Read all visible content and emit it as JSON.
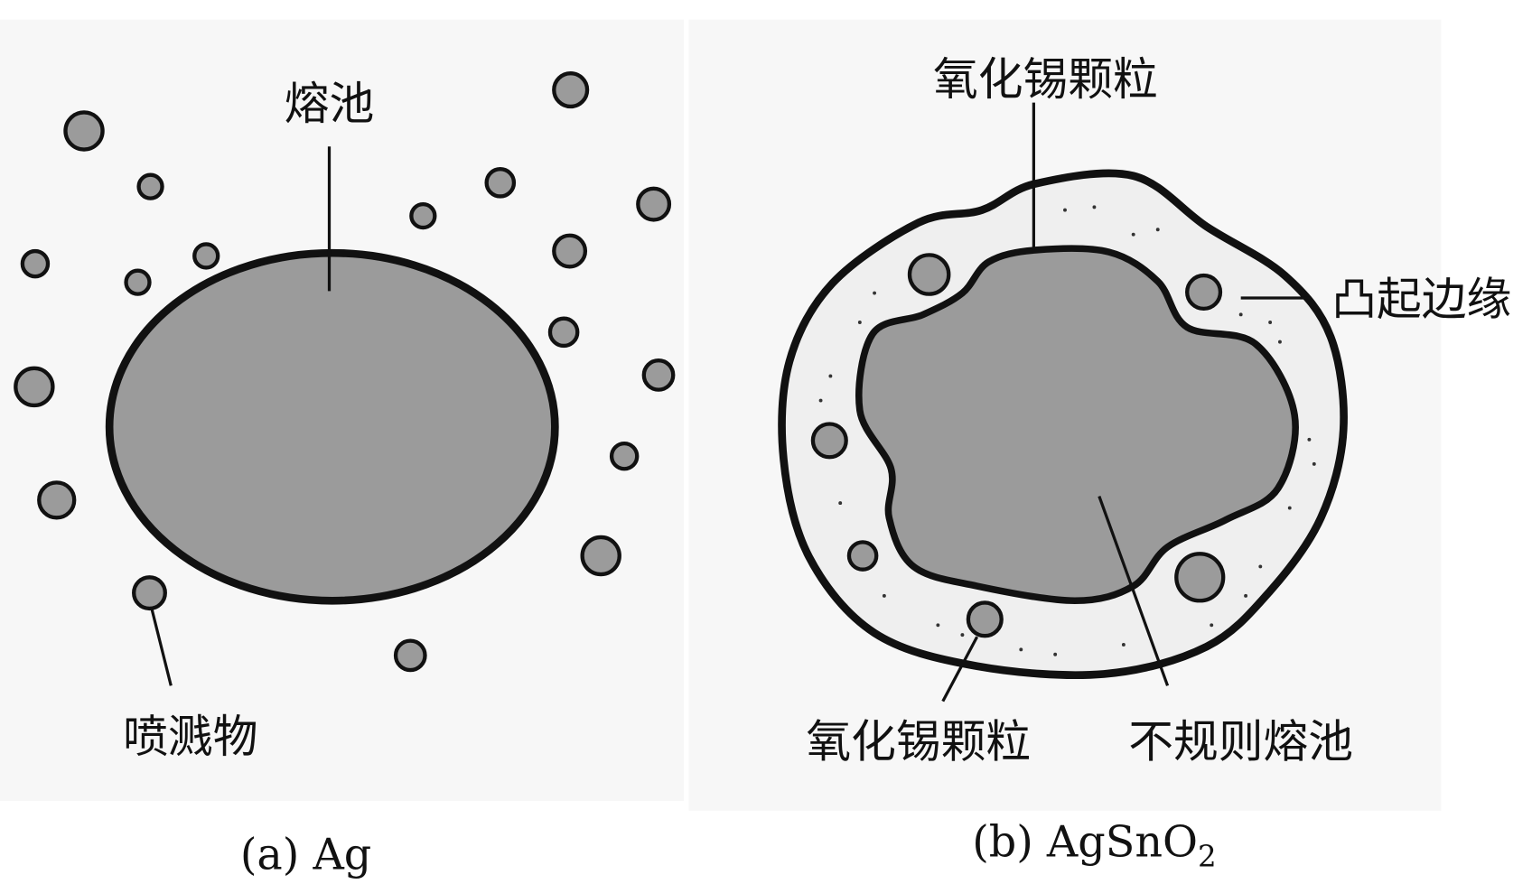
{
  "panel_a": {
    "melt_pool_label": "熔池",
    "spatter_label": "喷溅物",
    "caption": "(a)  Ag"
  },
  "panel_b": {
    "tin_oxide_top_label": "氧化锡颗粒",
    "raised_edge_label": "凸起边缘",
    "tin_oxide_bottom_label": "氧化锡颗粒",
    "irregular_pool_label": "不规则熔池",
    "caption_prefix": "(b)  AgSnO",
    "caption_subscript": "2"
  },
  "colors": {
    "pool": "#9b9b9b",
    "rim": "#efefef",
    "background": "#f7f7f7",
    "stroke": "#111111"
  }
}
